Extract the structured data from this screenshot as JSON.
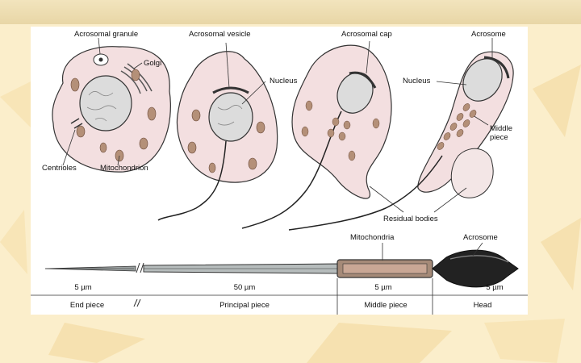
{
  "slide": {
    "background": "#fbeecb",
    "band_color": "#e8d6a6"
  },
  "diagram": {
    "labels": {
      "acrosomal_granule": "Acrosomal granule",
      "golgi": "Golgi",
      "centrioles": "Centrioles",
      "mitochondrion": "Mitochondrion",
      "acrosomal_vesicle": "Acrosomal vesicle",
      "nucleus_1": "Nucleus",
      "acrosomal_cap": "Acrosomal cap",
      "acrosome_top": "Acrosome",
      "nucleus_2": "Nucleus",
      "middle_piece_top": "Middle\npiece",
      "residual_bodies": "Residual bodies",
      "mitochondria": "Mitochondria",
      "acrosome_bottom": "Acrosome"
    },
    "scales": [
      "5 µm",
      "50 µm",
      "5 µm",
      "5 µm"
    ],
    "segments": [
      "End piece",
      "Principal piece",
      "Middle piece",
      "Head"
    ],
    "colors": {
      "cell": "#f3dfe0",
      "nucleus": "#dcdcdc",
      "mito": "#b49078",
      "outline": "#333333"
    }
  }
}
